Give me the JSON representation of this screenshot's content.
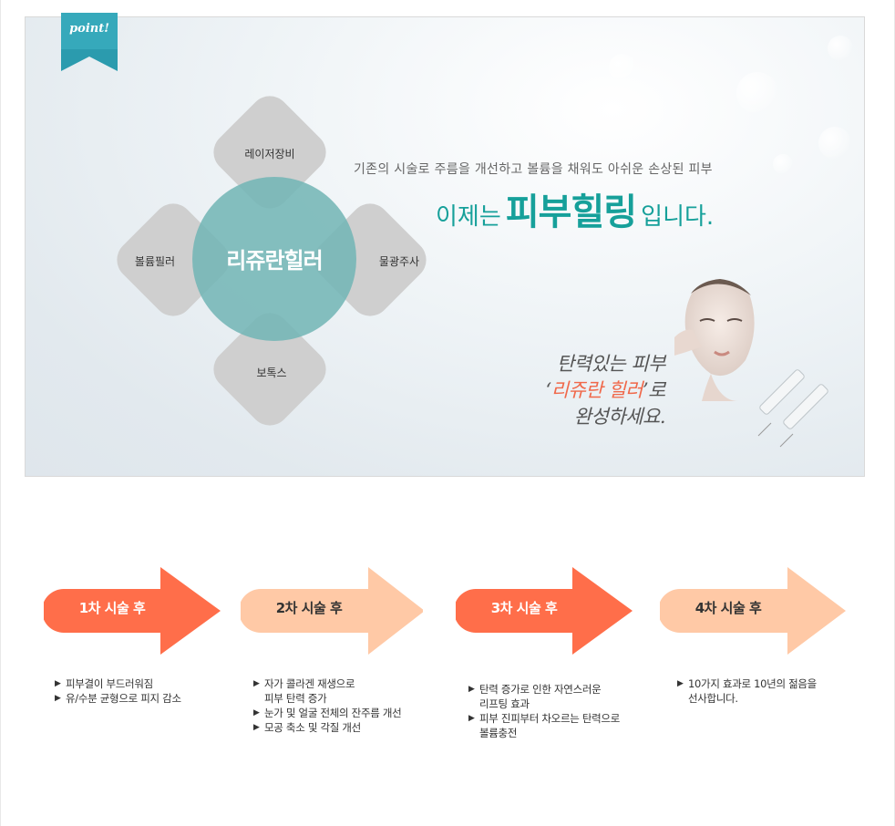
{
  "ribbon": {
    "label": "point!"
  },
  "diagram": {
    "center": "리쥬란힐러",
    "top": "레이저장비",
    "left": "볼륨필러",
    "right": "물광주사",
    "bottom": "보톡스"
  },
  "headline": {
    "sub": "기존의 시술로 주름을 개선하고 볼륨을 채워도 아쉬운 손상된 피부",
    "pre": "이제는",
    "big": "피부힐링",
    "post": "입니다."
  },
  "script": {
    "line1": "탄력있는 피부",
    "line2_open": "‘",
    "line2_accent": "리쥬란 힐러",
    "line2_close": "’로",
    "line3": "완성하세요."
  },
  "steps": [
    {
      "label": "1차 시술 후",
      "bullets": [
        "피부결이 부드러워짐",
        "유/수분 균형으로 피지 감소"
      ]
    },
    {
      "label": "2차 시술 후",
      "bullets": [
        "자가 콜라겐 재생으로\n피부 탄력 증가",
        "눈가 및 얼굴 전체의 잔주름 개선",
        "모공 축소 및 각질 개선"
      ]
    },
    {
      "label": "3차 시술 후",
      "bullets": [
        "탄력 증가로 인한 자연스러운\n리프팅 효과",
        "피부 진피부터 차오르는 탄력으로\n볼륨충전"
      ]
    },
    {
      "label": "4차 시술 후",
      "bullets": [
        "10가지 효과로 10년의 젊음을\n선사합니다."
      ]
    }
  ],
  "colors": {
    "teal": "#16a09a",
    "coral": "#ff6e4a",
    "peach": "#ffc9a6",
    "circle": "#74b6b6"
  }
}
